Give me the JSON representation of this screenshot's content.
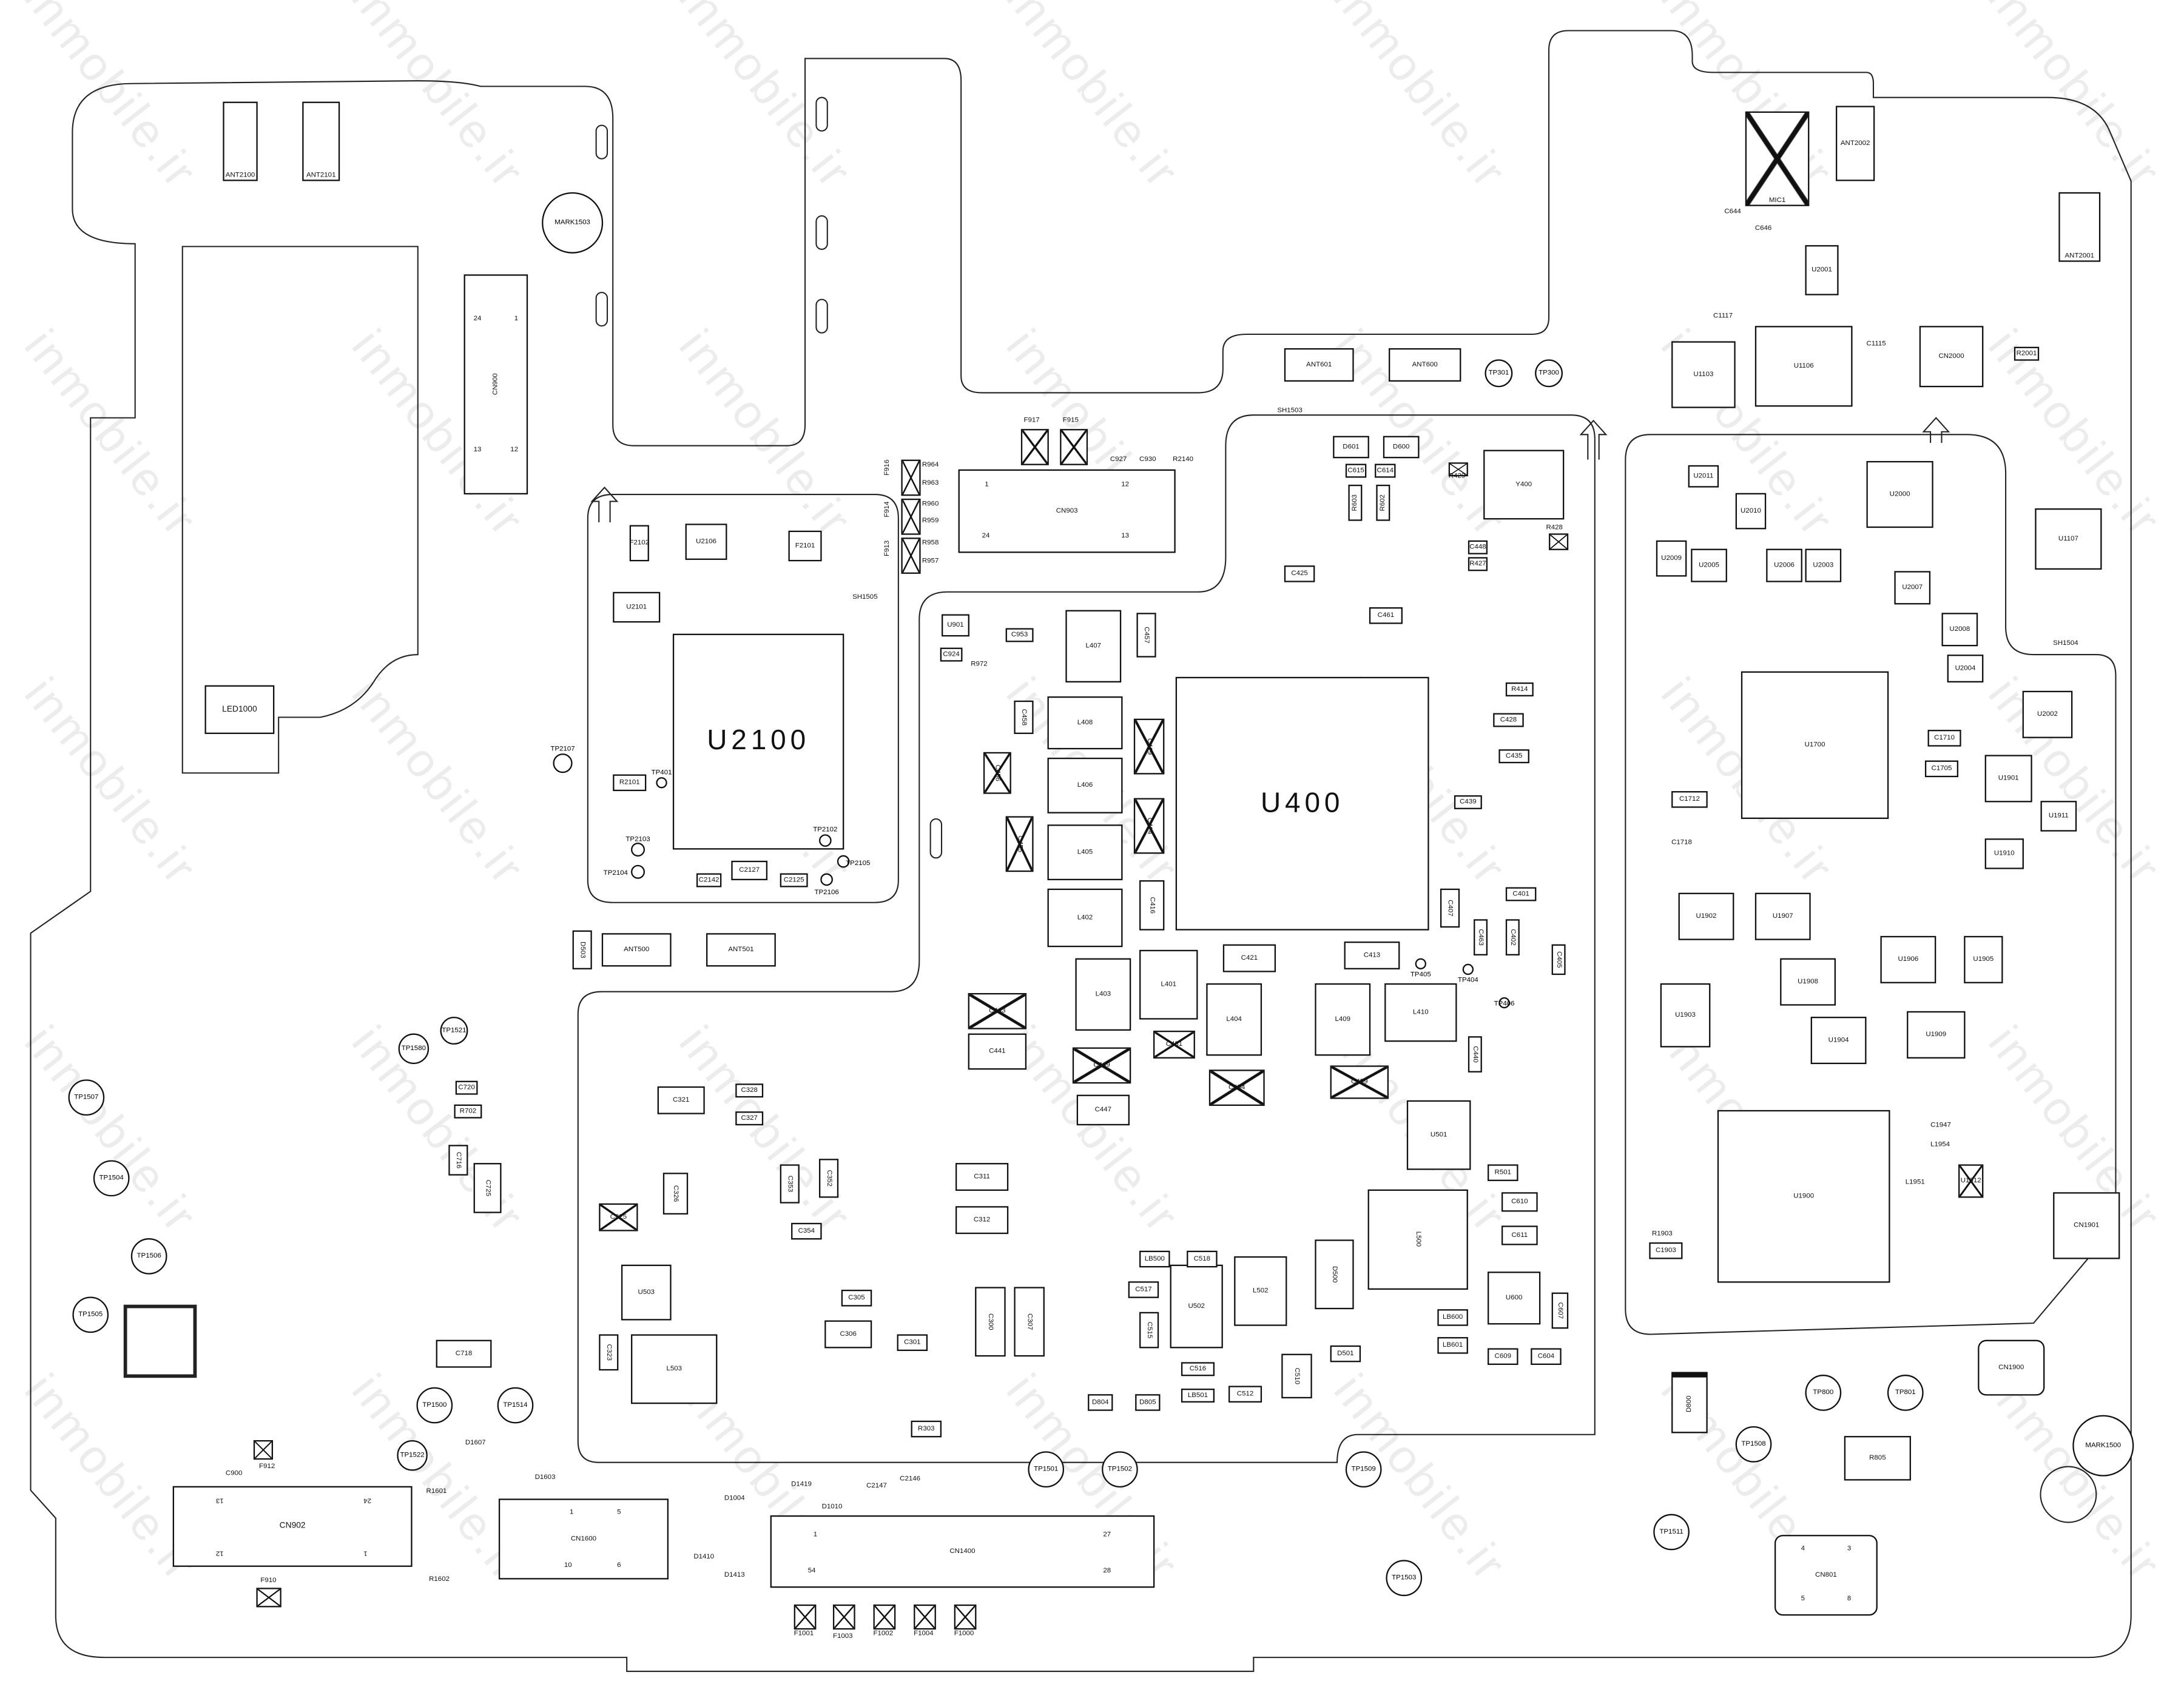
{
  "watermark": "inmobile.ir",
  "c": [
    "U2100",
    "U400",
    "U2101",
    "F2102",
    "U2106",
    "F2101",
    "R2101",
    "SH1505",
    "TP2107",
    "TP401",
    "TP2103",
    "TP2104",
    "TP2102",
    "TP2105",
    "TP2106",
    "C2127",
    "C2142",
    "C2125",
    "LED1000",
    "CN900",
    "MARK1503",
    "ANT2100",
    "ANT2101",
    "ANT500",
    "ANT501",
    "D503",
    "CN903",
    "F917",
    "F915",
    "F916",
    "F914",
    "F913",
    "R964",
    "R963",
    "R960",
    "R959",
    "R958",
    "R957",
    "C927",
    "C930",
    "R2140",
    "SH1503",
    "D601",
    "D600",
    "C615",
    "C614",
    "R603",
    "R602",
    "R429",
    "Y400",
    "R428",
    "C448",
    "R427",
    "ANT601",
    "ANT600",
    "TP301",
    "TP300",
    "C425",
    "L407",
    "L408",
    "L406",
    "L405",
    "L402",
    "L403",
    "L401",
    "L404",
    "L409",
    "L410",
    "C443",
    "C441",
    "C449",
    "C447",
    "C431",
    "C454",
    "C459",
    "C421",
    "C413",
    "C419",
    "C424",
    "C416",
    "C455",
    "C456",
    "C458",
    "C457",
    "U901",
    "C953",
    "C924",
    "R972",
    "TP405",
    "TP404",
    "TP406",
    "C461",
    "R414",
    "C428",
    "C435",
    "C439",
    "C401",
    "C407",
    "C463",
    "C402",
    "C405",
    "C440",
    "U501",
    "L500",
    "D500",
    "U600",
    "U502",
    "L502",
    "C510",
    "C512",
    "C516",
    "LB501",
    "LB500",
    "C518",
    "C517",
    "C515",
    "D501",
    "D804",
    "D805",
    "LB600",
    "LB601",
    "C609",
    "C604",
    "C610",
    "C611",
    "R501",
    "C607",
    "L503",
    "U503",
    "C321",
    "C328",
    "C327",
    "C311",
    "C312",
    "C306",
    "C305",
    "C301",
    "C300",
    "C307",
    "C354",
    "C353",
    "C352",
    "C326",
    "C325",
    "C323",
    "R303",
    "C718",
    "C720",
    "R702",
    "C716",
    "C725",
    "CN902",
    "CN1600",
    "CN1400",
    "F910",
    "F912",
    "TP1507",
    "TP1504",
    "TP1506",
    "TP1505",
    "TP1500",
    "TP1514",
    "TP1522",
    "TP1580",
    "TP1521",
    "TP1501",
    "TP1502",
    "TP1509",
    "TP1503",
    "TP1511",
    "TP1508",
    "TP800",
    "TP801",
    "MARK1500",
    "R805",
    "D800",
    "CN801",
    "CN1900",
    "CN1901",
    "U1900",
    "U1700",
    "U1901",
    "U1902",
    "U1907",
    "U1908",
    "U1906",
    "U1905",
    "U1903",
    "U1904",
    "U1909",
    "U1910",
    "U1911",
    "U2000",
    "U1107",
    "U2002",
    "U2007",
    "U2008",
    "U2004",
    "U2005",
    "U2006",
    "U2003",
    "U2009",
    "U2010",
    "U2011",
    "U2001",
    "U1103",
    "U1106",
    "CN2000",
    "MIC1",
    "ANT2002",
    "ANT2001",
    "SH1504",
    "C1710",
    "C1705",
    "C1712",
    "C1718",
    "C1903",
    "R1903",
    "C1947",
    "L1954",
    "L1951",
    "U1912",
    "C1117",
    "C1115",
    "R2001",
    "C644",
    "C646",
    "D1603",
    "D1607",
    "R1601",
    "R1602",
    "D1004",
    "D1410",
    "D1413",
    "D1419",
    "D1010",
    "C2147",
    "C2146",
    "F1001",
    "F1003",
    "F1002",
    "F1004",
    "F1000",
    "C900"
  ],
  "pins": {
    "CN900": [
      "24",
      "1",
      "13",
      "12"
    ],
    "CN903": [
      "1",
      "12",
      "24",
      "13"
    ],
    "CN902": [
      "13",
      "24",
      "12",
      "1"
    ],
    "CN1600": [
      "1",
      "5",
      "10",
      "6"
    ],
    "CN1400": [
      "1",
      "27",
      "54",
      "28"
    ],
    "CN801": [
      "4",
      "3",
      "5",
      "8"
    ]
  }
}
